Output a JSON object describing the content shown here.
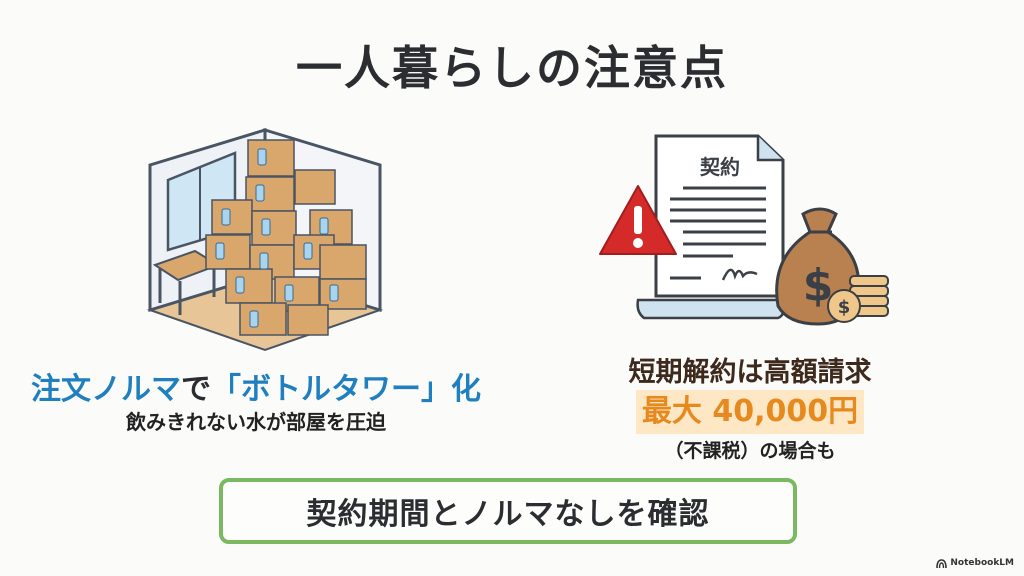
{
  "slide": {
    "title": "一人暮らしの注意点",
    "left": {
      "illustration": "room-full-of-water-bottle-boxes",
      "headline_part1": "注文ノルマ",
      "headline_part2": "で",
      "headline_part3": "「ボトルタワー」化",
      "subtext": "飲みきれない水が部屋を圧迫"
    },
    "right": {
      "illustration": "contract-with-warning-and-money-bag",
      "doc_label": "契約",
      "headline": "短期解約は高額請求",
      "amount": "最大 40,000円",
      "note": "（不課税）の場合も"
    },
    "callout": "契約期間とノルマなしを確認",
    "brand": "NotebookLM"
  },
  "colors": {
    "title": "#2b2d31",
    "accent_blue": "#1f7fbf",
    "accent_orange": "#e68a1f",
    "highlight_bg": "#fde7c4",
    "callout_border": "#7ab862",
    "warning_red": "#d42a2a",
    "cardboard": "#d9a66b"
  }
}
